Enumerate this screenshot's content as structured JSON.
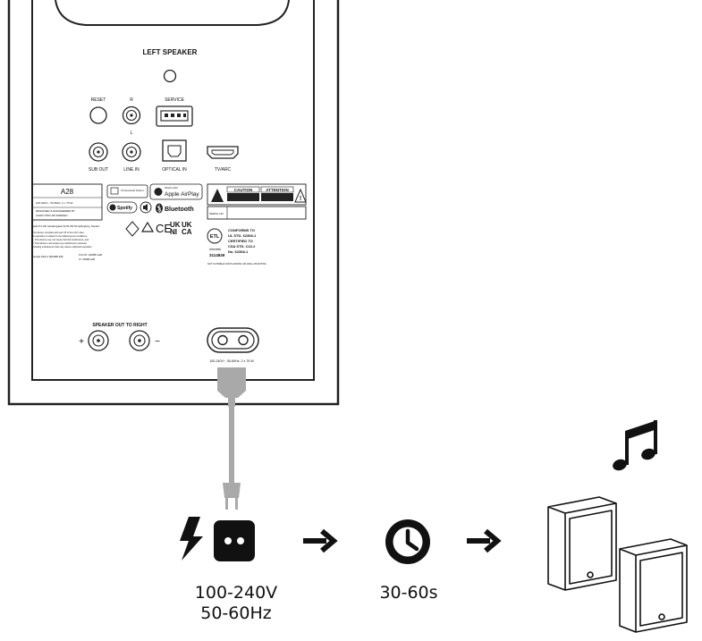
{
  "speaker_panel": {
    "title": "LEFT SPEAKER",
    "ports": {
      "reset": "RESET",
      "right": "R",
      "left": "L",
      "service": "SERVICE",
      "sub_out": "SUB OUT",
      "line_in": "LINE IN",
      "optical_in": "OPTICAL IN",
      "tv_arc": "TV/ARC"
    },
    "speaker_out_label": "SPEAKER OUT TO RIGHT",
    "plus_sign": "+",
    "minus_sign": "−",
    "power_rating": "100-240V~, 50-60Hz, 2 x 75 W"
  },
  "label_sticker": {
    "model": "A28",
    "rating": "100-240V~, 50-60Hz, 2 x 75 W",
    "designed_line1": "DESIGNED & ENGINEERED BY",
    "designed_line2": "AUDIO PRO AB SWEDEN",
    "company_address": "Audio Pro AB, Gamlebogatan 52-56 254 66 Helsingborg, Sweden",
    "fcc_text": [
      "This device complies with part 15 of the FCC rules.",
      "Its operation is subject to the following two conditions:",
      "1. This device may not cause harmful interference, and",
      "2. This device must accept any interference received,",
      "including interference that may cause undesired operation"
    ],
    "canada_code": "Canada ICES-3 (B)/NMB-3(B)",
    "fcc_id": "FCC ID: 2ADBP-A28",
    "ic_id": "IC: 26985-A28",
    "chromecast": "Chromecast built-in",
    "airplay_top": "Works with",
    "airplay": "Apple AirPlay",
    "spotify": "Spotify",
    "bluetooth": "Bluetooth",
    "ce": "CE",
    "ukca_top": "UK",
    "ukca_bottom": "CA",
    "uk_top": "UK",
    "ni_bottom": "NI",
    "caution": "CAUTION",
    "attention": "ATTENTION",
    "serial": "SERIAL NO.",
    "conforms": [
      "CONFORMS TO",
      "UL STD. 62368-1",
      "CERTIFIED TO",
      "CSA STD. C22.2",
      "No. 62368-1"
    ],
    "intertek": "Intertek",
    "intertek_no": "3114849",
    "etl": "ETL",
    "small_note": "NOT SUITABLE FOR PLANNING OR WALL MOUNTING"
  },
  "sequence": {
    "voltage": "100-240V",
    "frequency": "50-60Hz",
    "wait_time": "30-60s"
  },
  "icons": {
    "bolt": "lightning-bolt-icon",
    "outlet": "power-outlet-icon",
    "clock": "clock-icon",
    "note": "music-note-icon",
    "speakers": "speakers-icon",
    "arrow": "arrow-right-icon"
  },
  "colors": {
    "ink": "#111111",
    "cable": "#a9a9a9",
    "panel_line": "#222222"
  }
}
